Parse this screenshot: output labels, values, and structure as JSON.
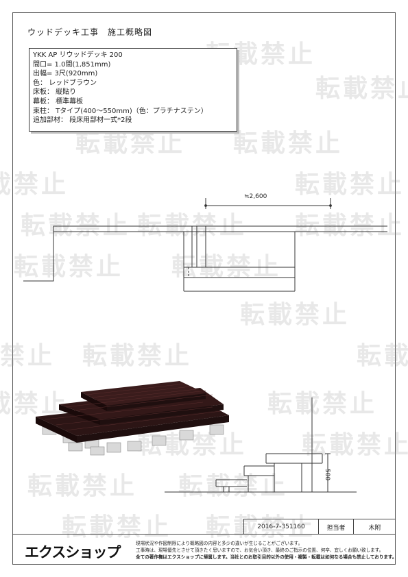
{
  "title": "ウッドデッキ工事　施工概略図",
  "spec": [
    "YKK AP リウッドデッキ 200",
    "間口= 1.0間(1,851mm)",
    "出幅= 3尺(920mm)",
    "色：  レッドブラウン",
    "床板：  縦貼り",
    "幕板：  標準幕板",
    "束柱：  Tタイプ(400～550mm)（色：プラチナステン）",
    "追加部材：  段床用部材一式*2段"
  ],
  "watermark": "転載禁止",
  "dimensions": {
    "width": "≒2,600",
    "height": "500"
  },
  "info": {
    "code": "2016-7-351160",
    "staff_label": "担当者",
    "staff_name": "木附"
  },
  "footer": {
    "logo": "エクスショップ",
    "note1": "現場状況や作図制限により概略図の内容と多少の違いが生じることがございます。",
    "note2": "工事時は、現場優先とさせて頂きたく思いますので、お気合い頂き、最終のご指示の位置、何卒、宜しくお願い致します。",
    "note3": "全ての著作権はエクスショップに帰属します。当社とのお取引目的以外の使用・複製・転載は如何なる場合も禁止しております。"
  }
}
